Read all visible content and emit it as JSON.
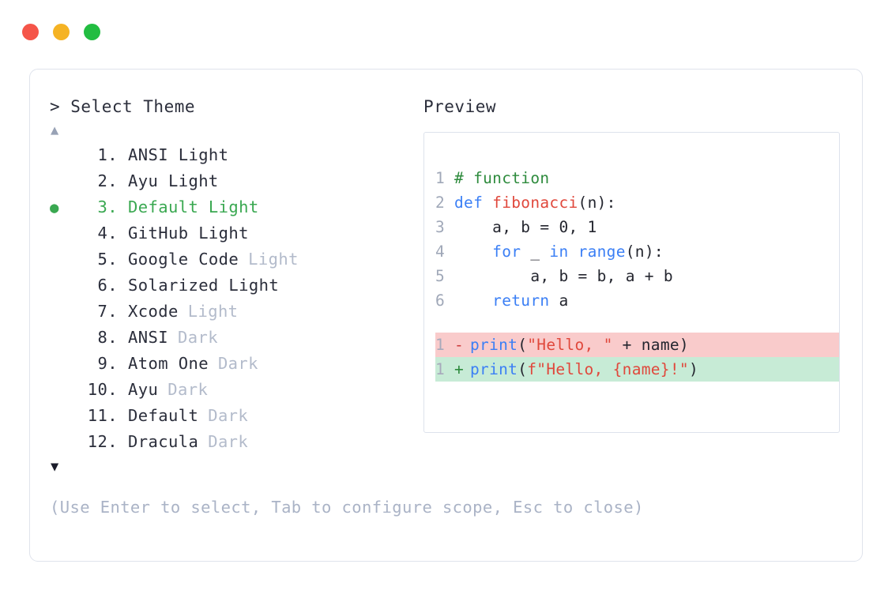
{
  "window": {
    "traffic_lights": [
      {
        "name": "close",
        "color": "#f55549"
      },
      {
        "name": "minimize",
        "color": "#f5b324"
      },
      {
        "name": "maximize",
        "color": "#22bd41"
      }
    ]
  },
  "selector": {
    "prompt": "> Select Theme",
    "scroll_up_icon": "▲",
    "scroll_down_icon": "▼",
    "selected_index": 3,
    "bullet_icon": "●",
    "items": [
      {
        "index": "1.",
        "name": "ANSI Light",
        "variant": "",
        "selected": false,
        "bullet": ""
      },
      {
        "index": "2.",
        "name": "Ayu Light",
        "variant": "",
        "selected": false,
        "bullet": ""
      },
      {
        "index": "3.",
        "name": "Default Light",
        "variant": "",
        "selected": true,
        "bullet": "●"
      },
      {
        "index": "4.",
        "name": "GitHub Light",
        "variant": "",
        "selected": false,
        "bullet": ""
      },
      {
        "index": "5.",
        "name": "Google Code",
        "variant": "Light",
        "selected": false,
        "bullet": ""
      },
      {
        "index": "6.",
        "name": "Solarized Light",
        "variant": "",
        "selected": false,
        "bullet": ""
      },
      {
        "index": "7.",
        "name": "Xcode",
        "variant": "Light",
        "selected": false,
        "bullet": ""
      },
      {
        "index": "8.",
        "name": "ANSI",
        "variant": "Dark",
        "selected": false,
        "bullet": ""
      },
      {
        "index": "9.",
        "name": "Atom One",
        "variant": "Dark",
        "selected": false,
        "bullet": ""
      },
      {
        "index": "10.",
        "name": "Ayu",
        "variant": "Dark",
        "selected": false,
        "bullet": ""
      },
      {
        "index": "11.",
        "name": "Default",
        "variant": "Dark",
        "selected": false,
        "bullet": ""
      },
      {
        "index": "12.",
        "name": "Dracula",
        "variant": "Dark",
        "selected": false,
        "bullet": ""
      }
    ],
    "hint": "(Use Enter to select, Tab to configure scope, Esc to close)"
  },
  "preview": {
    "label": "Preview",
    "code_lines": [
      {
        "lineno": "1",
        "tokens": [
          {
            "t": "# function",
            "c": "comment"
          }
        ]
      },
      {
        "lineno": "2",
        "tokens": [
          {
            "t": "def ",
            "c": "keyword"
          },
          {
            "t": "fibonacci",
            "c": "fname"
          },
          {
            "t": "(n):",
            "c": "plain"
          }
        ]
      },
      {
        "lineno": "3",
        "tokens": [
          {
            "t": "    a, b = 0, 1",
            "c": "plain"
          }
        ]
      },
      {
        "lineno": "4",
        "tokens": [
          {
            "t": "    ",
            "c": "plain"
          },
          {
            "t": "for",
            "c": "keyword"
          },
          {
            "t": " _ ",
            "c": "plain"
          },
          {
            "t": "in",
            "c": "keyword"
          },
          {
            "t": " ",
            "c": "plain"
          },
          {
            "t": "range",
            "c": "builtin"
          },
          {
            "t": "(n):",
            "c": "plain"
          }
        ]
      },
      {
        "lineno": "5",
        "tokens": [
          {
            "t": "        a, b = b, a + b",
            "c": "plain"
          }
        ]
      },
      {
        "lineno": "6",
        "tokens": [
          {
            "t": "    ",
            "c": "plain"
          },
          {
            "t": "return",
            "c": "keyword"
          },
          {
            "t": " a",
            "c": "plain"
          }
        ]
      }
    ],
    "diff_lines": [
      {
        "lineno": "1",
        "sign": "-",
        "kind": "del",
        "tokens": [
          {
            "t": "print",
            "c": "builtin"
          },
          {
            "t": "(",
            "c": "plain"
          },
          {
            "t": "\"Hello, \"",
            "c": "string"
          },
          {
            "t": " + name)",
            "c": "plain"
          }
        ]
      },
      {
        "lineno": "1",
        "sign": "+",
        "kind": "add",
        "tokens": [
          {
            "t": "print",
            "c": "builtin"
          },
          {
            "t": "(",
            "c": "plain"
          },
          {
            "t": "f\"Hello, {name}!\"",
            "c": "string"
          },
          {
            "t": ")",
            "c": "plain"
          }
        ]
      }
    ]
  },
  "colors": {
    "selected_green": "#3aa851",
    "muted_variant": "#b3bbcb",
    "hint_text": "#aab3c6",
    "border": "#dfe3ec",
    "panel_border": "#dde2ec",
    "diff_del_bg": "#f9cbcb",
    "diff_add_bg": "#c7ebd6",
    "keyword_blue": "#3b7ff5",
    "string_red": "#e0483c",
    "comment_green": "#2e8b3d"
  }
}
